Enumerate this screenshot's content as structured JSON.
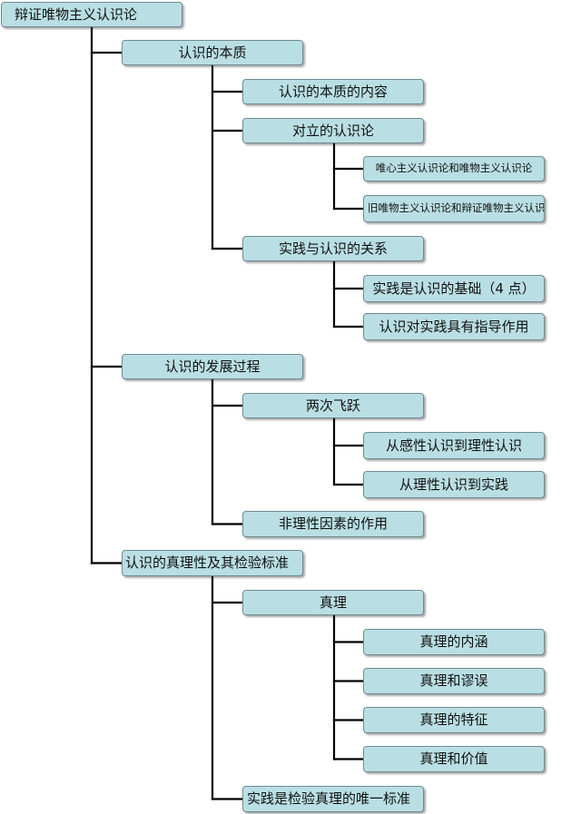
{
  "tree": {
    "root": "辩证唯物主义认识论",
    "sections": [
      {
        "label": "认识的本质",
        "children": [
          {
            "label": "认识的本质的内容"
          },
          {
            "label": "对立的认识论",
            "children": [
              "唯心主义认识论和唯物主义认识论",
              "旧唯物主义认识论和辩证唯物主义认识论"
            ]
          },
          {
            "label": "实践与认识的关系",
            "children": [
              "实践是认识的基础（4 点）",
              "认识对实践具有指导作用"
            ]
          }
        ]
      },
      {
        "label": "认识的发展过程",
        "children": [
          {
            "label": "两次飞跃",
            "children": [
              "从感性认识到理性认识",
              "从理性认识到实践"
            ]
          },
          {
            "label": "非理性因素的作用"
          }
        ]
      },
      {
        "label": "认识的真理性及其检验标准",
        "children": [
          {
            "label": "真理",
            "children": [
              "真理的内涵",
              "真理和谬误",
              "真理的特征",
              "真理和价值"
            ]
          },
          {
            "label": "实践是检验真理的唯一标准"
          }
        ]
      }
    ]
  }
}
